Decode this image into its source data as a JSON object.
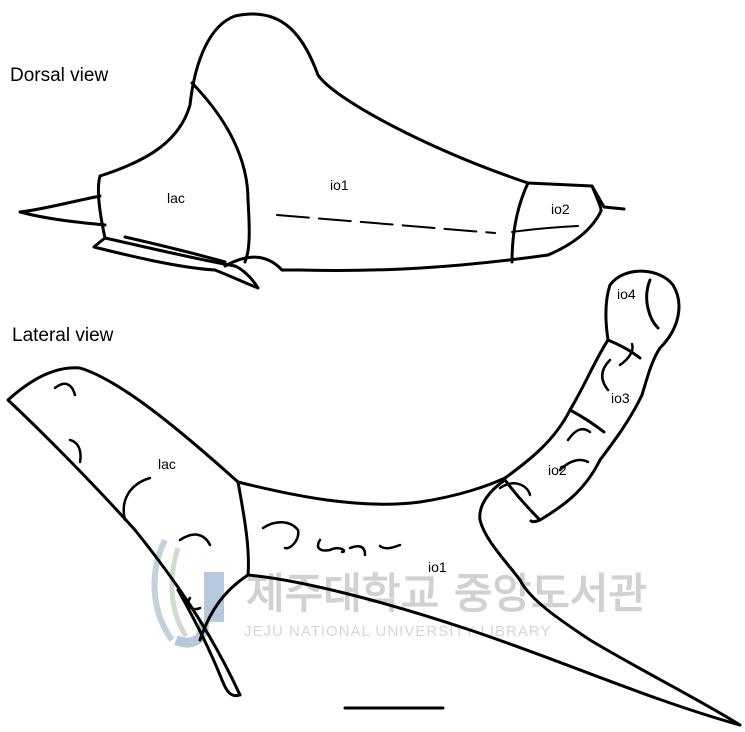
{
  "views": {
    "dorsal": {
      "title": "Dorsal view",
      "labels": {
        "lac": "lac",
        "io1": "io1",
        "io2": "io2"
      }
    },
    "lateral": {
      "title": "Lateral view",
      "labels": {
        "lac": "lac",
        "io1": "io1",
        "io2": "io2",
        "io3": "io3",
        "io4": "io4"
      }
    }
  },
  "watermark": {
    "korean": "제주대학교 중앙도서관",
    "english": "JEJU NATIONAL UNIVERSITY  LIBRARY"
  },
  "colors": {
    "line": "#000000",
    "background": "#ffffff",
    "watermark_text": "#c9c9c9",
    "watermark_logo": "#9fb8cf"
  }
}
